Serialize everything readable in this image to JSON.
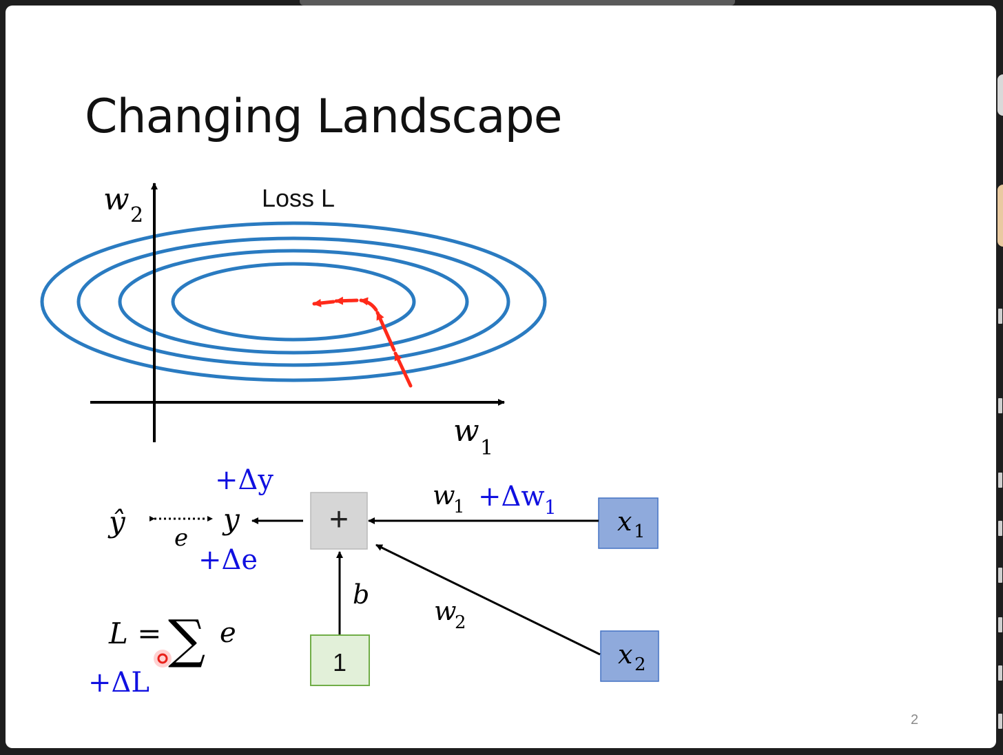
{
  "slide": {
    "title": "Changing Landscape",
    "page_number": "2"
  },
  "plot": {
    "y_axis_label": "w",
    "y_axis_sub": "2",
    "x_axis_label": "w",
    "x_axis_sub": "1",
    "contour_label": "Loss L",
    "contour_color": "#2a7bc1",
    "path_color": "#ff2a1a"
  },
  "network": {
    "y_hat": "ŷ",
    "y": "y",
    "e": "e",
    "delta_y": "+Δy",
    "delta_e": "+Δe",
    "sum_node": "+",
    "bias_label": "b",
    "bias_node": "1",
    "w1_label": "w",
    "w1_sub": "1",
    "delta_w1": "+Δw",
    "delta_w1_sub": "1",
    "w2_label": "w",
    "w2_sub": "2",
    "x1_label": "x",
    "x1_sub": "1",
    "x2_label": "x",
    "x2_sub": "2",
    "loss_lhs": "L =",
    "sigma": "∑",
    "loss_rhs": "e",
    "delta_L": "+ΔL",
    "accent_color": "#1010e0"
  }
}
